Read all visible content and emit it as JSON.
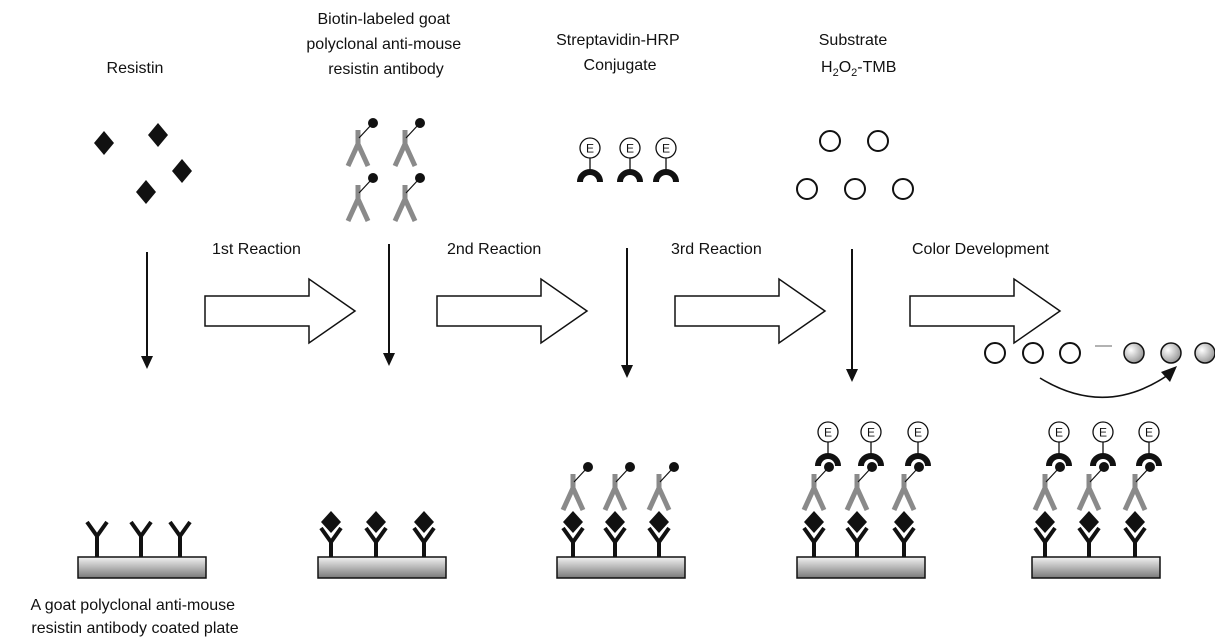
{
  "labels": {
    "resistin": "Resistin",
    "biotin_antibody": [
      "Biotin-labeled  goat",
      "polyclonal anti-mouse",
      "resistin antibody"
    ],
    "streptavidin": [
      "Streptavidin-HRP",
      "Conjugate"
    ],
    "substrate": [
      "Substrate",
      "H",
      "2",
      "O",
      "2",
      "-TMB"
    ],
    "plate": [
      "A goat polyclonal anti-mouse",
      "resistin antibody coated plate"
    ]
  },
  "steps": {
    "first": "1st Reaction",
    "second": "2nd Reaction",
    "third": "3rd Reaction",
    "color": "Color Development"
  },
  "enzyme_letter": "E",
  "colors": {
    "ink": "#111111",
    "detection_antibody": "#8a8a8a",
    "plate_top": "#f2f2f2",
    "plate_bottom": "#7a7a7a"
  }
}
